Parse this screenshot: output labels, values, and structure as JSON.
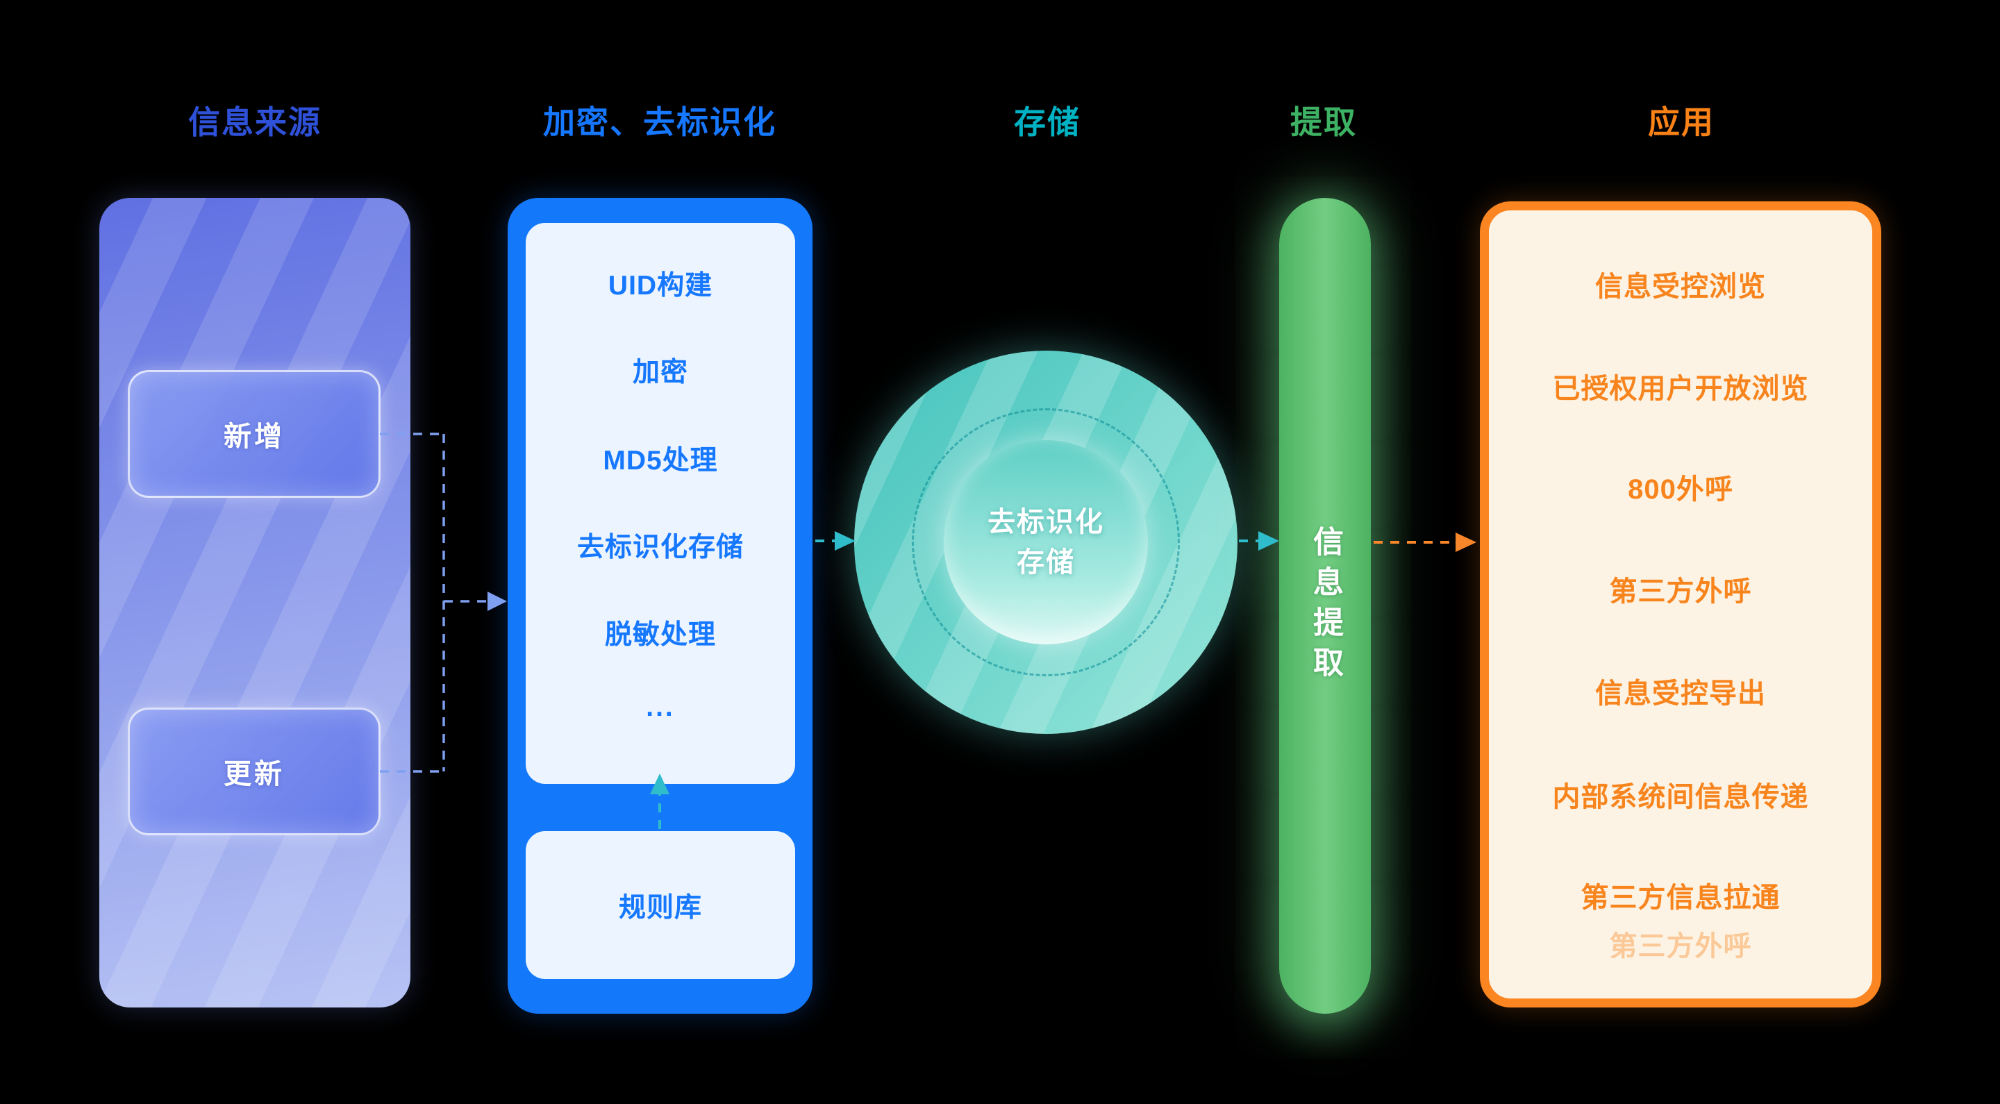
{
  "headers": {
    "source": "信息来源",
    "encryption": "加密、去标识化",
    "storage": "存储",
    "extraction": "提取",
    "application": "应用"
  },
  "source": {
    "buttons": [
      "新增",
      "更新"
    ]
  },
  "encryption": {
    "steps": [
      "UID构建",
      "加密",
      "MD5处理",
      "去标识化存储",
      "脱敏处理",
      "..."
    ],
    "rule_library": "规则库"
  },
  "storage": {
    "label_line1": "去标识化",
    "label_line2": "存储"
  },
  "extraction": {
    "bar_label": "信息提取"
  },
  "application": {
    "items": [
      "信息受控浏览",
      "已授权用户开放浏览",
      "800外呼",
      "第三方外呼",
      "信息受控导出",
      "内部系统间信息传递",
      "第三方信息拉通",
      "第三方外呼"
    ]
  },
  "colors": {
    "background": "#000000",
    "source_header": "#2e51d8",
    "encryption_header": "#1677ff",
    "storage_header": "#00b3c4",
    "extraction_header": "#3eb264",
    "application_header": "#fa8216",
    "encryption_panel": "#1478fa",
    "encryption_inner_panel": "#ecf5ff",
    "storage_circle": "#5ecfc5",
    "extraction_bar": "#55bb68",
    "application_border": "#fb8521",
    "application_background": "#fdf3e4",
    "arrow_blue": "#7fa0f0",
    "arrow_teal": "#2fbccb",
    "arrow_orange": "#f8862b"
  }
}
